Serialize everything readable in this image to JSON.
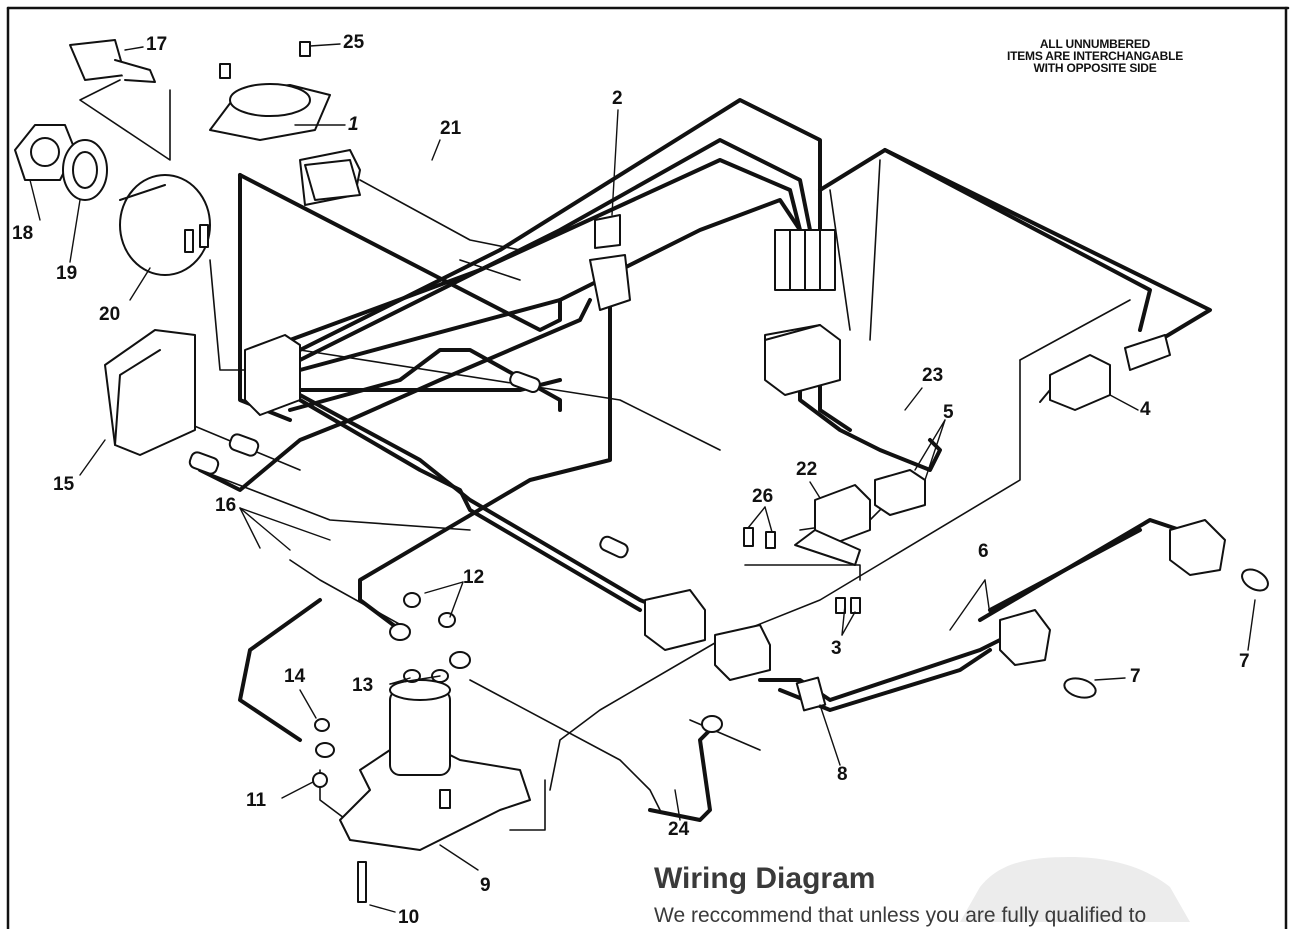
{
  "note": {
    "lines": [
      "ALL UNNUMBERED",
      "ITEMS ARE INTERCHANGABLE",
      "WITH OPPOSITE SIDE"
    ]
  },
  "caption": {
    "title": "Wiring Diagram",
    "body": "We reccommend that unless you are fully qualified to"
  },
  "callouts": {
    "c1": "1",
    "c2": "2",
    "c3": "3",
    "c4": "4",
    "c5": "5",
    "c6": "6",
    "c7a": "7",
    "c7b": "7",
    "c8": "8",
    "c9": "9",
    "c10": "10",
    "c11": "11",
    "c12": "12",
    "c13": "13",
    "c14": "14",
    "c15": "15",
    "c16": "16",
    "c17": "17",
    "c18": "18",
    "c19": "19",
    "c20": "20",
    "c21": "21",
    "c22": "22",
    "c23": "23",
    "c24": "24",
    "c25": "25",
    "c26": "26"
  },
  "colors": {
    "ink": "#111111",
    "caption": "#3a3a3a",
    "watermark": "#ececec"
  }
}
